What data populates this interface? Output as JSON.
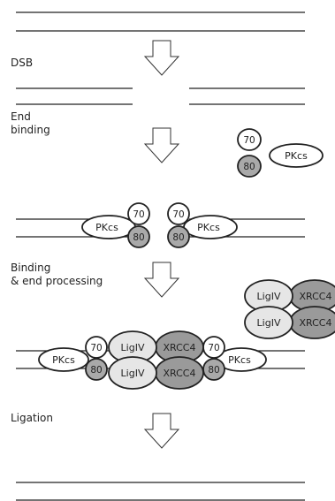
{
  "steps": [
    {
      "label": "DSB"
    },
    {
      "label_lines": [
        "End",
        "binding"
      ]
    },
    {
      "label_lines": [
        "Binding",
        "& end processing"
      ]
    },
    {
      "label": "Ligation"
    }
  ],
  "molecules": {
    "ku70": "70",
    "ku80": "80",
    "pkcs": "PKcs",
    "ligiv": "LigIV",
    "xrcc4": "XRCC4"
  },
  "colors": {
    "line": "#222222",
    "ku70_fill": "#ffffff",
    "ku80_fill": "#a9a9a9",
    "pkcs_fill": "#ffffff",
    "ligiv_fill": "#e6e6e6",
    "xrcc4_fill": "#9a9a9a"
  }
}
